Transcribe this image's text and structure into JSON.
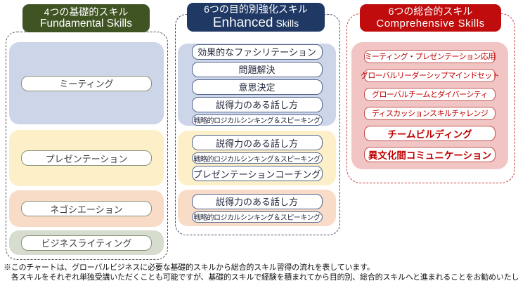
{
  "columns": {
    "fundamental": {
      "header_line1": "4つの基礎的スキル",
      "header_line2": "Fundamental Skills",
      "groups": [
        {
          "label": "ミーティング"
        },
        {
          "label": "プレゼンテーション"
        },
        {
          "label": "ネゴシエーション"
        },
        {
          "label": "ビジネスライティング"
        }
      ]
    },
    "enhanced": {
      "header_line1": "6つの目的別強化スキル",
      "header_line2_big": "Enhanced",
      "header_line2_small": "Skills",
      "groups": [
        {
          "items": [
            "効果的なファシリテーション",
            "問題解決",
            "意思決定",
            "説得力のある話し方",
            "戦略的ロジカルシンキング＆スピーキング"
          ]
        },
        {
          "items": [
            "説得力のある話し方",
            "戦略的ロジカルシンキング＆スピーキング",
            "プレゼンテーションコーチング"
          ]
        },
        {
          "items": [
            "説得力のある話し方",
            "戦略的ロジカルシンキング＆スピーキング"
          ]
        }
      ]
    },
    "comprehensive": {
      "header_line1": "6つの総合的スキル",
      "header_line2": "Comprehensive Skills",
      "items": [
        "ミーティング・プレゼンテーション応用",
        "グローバルリーダーシップマインドセット",
        "グローバルチームとダイバーシティ",
        "ディスカッションスキルチャレンジ",
        "チームビルディング",
        "異文化間コミュニケーション"
      ]
    }
  },
  "footnote": {
    "line1": "※このチャートは、グローバルビジネスに必要な基礎的スキルから総合的スキル習得の流れを表しています。",
    "line2": "　各スキルをそれぞれ単独受講いただくことも可能ですが、基礎的スキルで経験を積まれてから目的別、総合的スキルへと進まれることをお勧めいたします。"
  },
  "colors": {
    "green-header": "#3f5422",
    "navy-header": "#1f3864",
    "red-header": "#c00c0c",
    "lavender": "#cdd5e9",
    "yellow": "#fdf0c8",
    "peach": "#f9dcc8",
    "sage": "#d6dcce",
    "pink": "#f2c5c5",
    "red-text": "#c00000",
    "red-border": "#c0504d",
    "navy-border": "#55688f",
    "olive-border": "#8a9377",
    "dash-gray": "#4f4f4f",
    "dash-navy": "#3c4963",
    "dash-red": "#c23b3b"
  }
}
